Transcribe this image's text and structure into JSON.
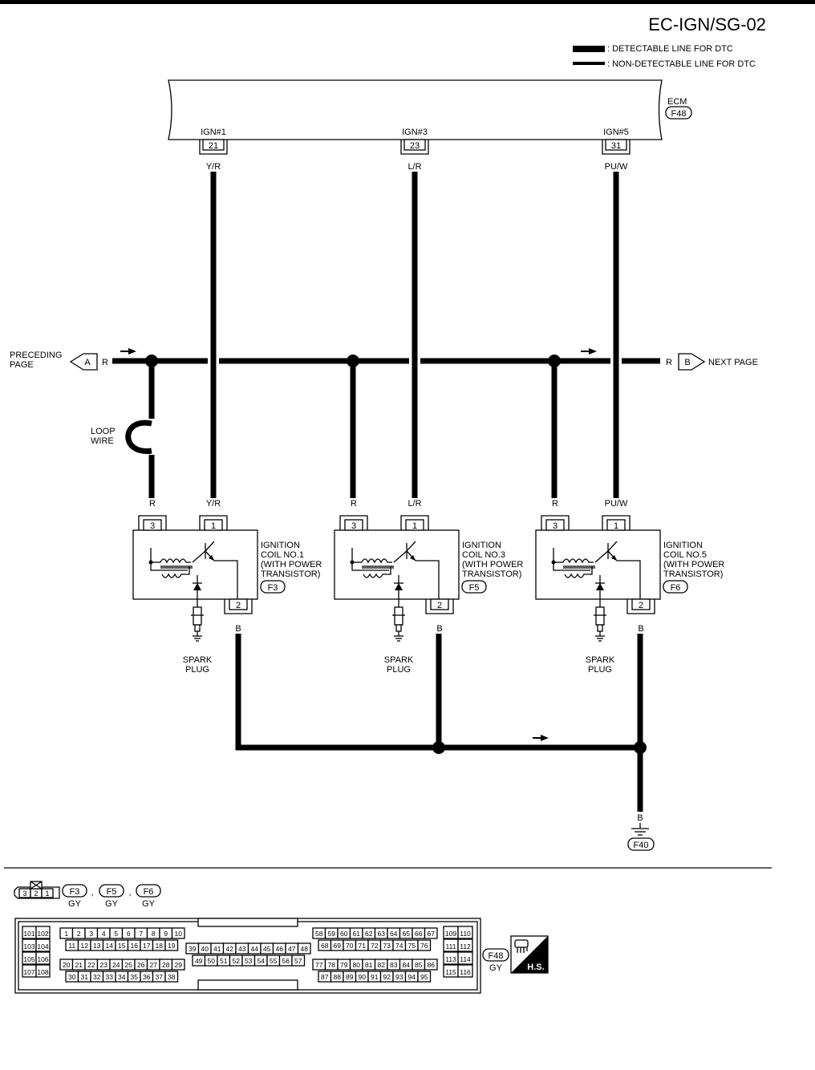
{
  "header": {
    "diagram_id": "EC-IGN/SG-02",
    "legend": [
      {
        "label": ": DETECTABLE LINE FOR DTC"
      },
      {
        "label": ": NON-DETECTABLE LINE FOR DTC"
      }
    ]
  },
  "ecm": {
    "name": "ECM",
    "connector": "F48",
    "pins": [
      {
        "signal": "IGN#1",
        "pin": "21",
        "wire": "Y/R"
      },
      {
        "signal": "IGN#3",
        "pin": "23",
        "wire": "L/R"
      },
      {
        "signal": "IGN#5",
        "pin": "31",
        "wire": "PU/W"
      }
    ]
  },
  "power": {
    "preceding_line1": "PRECEDING",
    "preceding_line2": "PAGE",
    "preceding_ref": "A",
    "next_label": "NEXT PAGE",
    "next_ref": "B",
    "wire": "R",
    "loop_line1": "LOOP",
    "loop_line2": "WIRE"
  },
  "coils": [
    {
      "line1": "IGNITION",
      "line2": "COIL NO.1",
      "line3": "(WITH POWER",
      "line4": "TRANSISTOR)",
      "connector": "F3",
      "pin_r": "3",
      "pin_sig": "1",
      "pin_gnd": "2",
      "wire_r": "R",
      "wire_sig": "Y/R",
      "wire_gnd": "B",
      "plug1": "SPARK",
      "plug2": "PLUG"
    },
    {
      "line1": "IGNITION",
      "line2": "COIL NO.3",
      "line3": "(WITH POWER",
      "line4": "TRANSISTOR)",
      "connector": "F5",
      "pin_r": "3",
      "pin_sig": "1",
      "pin_gnd": "2",
      "wire_r": "R",
      "wire_sig": "L/R",
      "wire_gnd": "B",
      "plug1": "SPARK",
      "plug2": "PLUG"
    },
    {
      "line1": "IGNITION",
      "line2": "COIL NO.5",
      "line3": "(WITH POWER",
      "line4": "TRANSISTOR)",
      "connector": "F6",
      "pin_r": "3",
      "pin_sig": "1",
      "pin_gnd": "2",
      "wire_r": "R",
      "wire_sig": "PU/W",
      "wire_gnd": "B",
      "plug1": "SPARK",
      "plug2": "PLUG"
    }
  ],
  "ground": {
    "wire": "B",
    "connector": "F40"
  },
  "connector_views": {
    "small": {
      "pins": [
        "3",
        "2",
        "1"
      ],
      "items": [
        {
          "name": "F3",
          "color": "GY"
        },
        {
          "name": "F5",
          "color": "GY"
        },
        {
          "name": "F6",
          "color": "GY"
        }
      ],
      "separator": ","
    },
    "ecm": {
      "name": "F48",
      "color": "GY",
      "hs_label": "H.S.",
      "left_block": [
        [
          "101",
          "102"
        ],
        [
          "103",
          "104"
        ],
        [
          "105",
          "106"
        ],
        [
          "107",
          "108"
        ]
      ],
      "row1": [
        "1",
        "2",
        "3",
        "4",
        "5",
        "6",
        "7",
        "8",
        "9",
        "10"
      ],
      "row2": [
        "11",
        "12",
        "13",
        "14",
        "15",
        "16",
        "17",
        "18",
        "19"
      ],
      "row3": [
        "20",
        "21",
        "22",
        "23",
        "24",
        "25",
        "26",
        "27",
        "28",
        "29"
      ],
      "row4": [
        "30",
        "31",
        "32",
        "33",
        "34",
        "35",
        "36",
        "37",
        "38"
      ],
      "mid1": [
        "39",
        "40",
        "41",
        "42",
        "43",
        "44",
        "45",
        "46",
        "47",
        "48"
      ],
      "mid2": [
        "49",
        "50",
        "51",
        "52",
        "53",
        "54",
        "55",
        "56",
        "57"
      ],
      "r1": [
        "58",
        "59",
        "60",
        "61",
        "62",
        "63",
        "64",
        "65",
        "66",
        "67"
      ],
      "r2": [
        "68",
        "69",
        "70",
        "71",
        "72",
        "73",
        "74",
        "75",
        "76"
      ],
      "r3": [
        "77",
        "78",
        "79",
        "80",
        "81",
        "82",
        "83",
        "84",
        "85",
        "86"
      ],
      "r4": [
        "87",
        "88",
        "89",
        "90",
        "91",
        "92",
        "93",
        "94",
        "95"
      ],
      "right_block": [
        [
          "109",
          "110"
        ],
        [
          "111",
          "112"
        ],
        [
          "113",
          "114"
        ],
        [
          "115",
          "116"
        ]
      ]
    }
  }
}
